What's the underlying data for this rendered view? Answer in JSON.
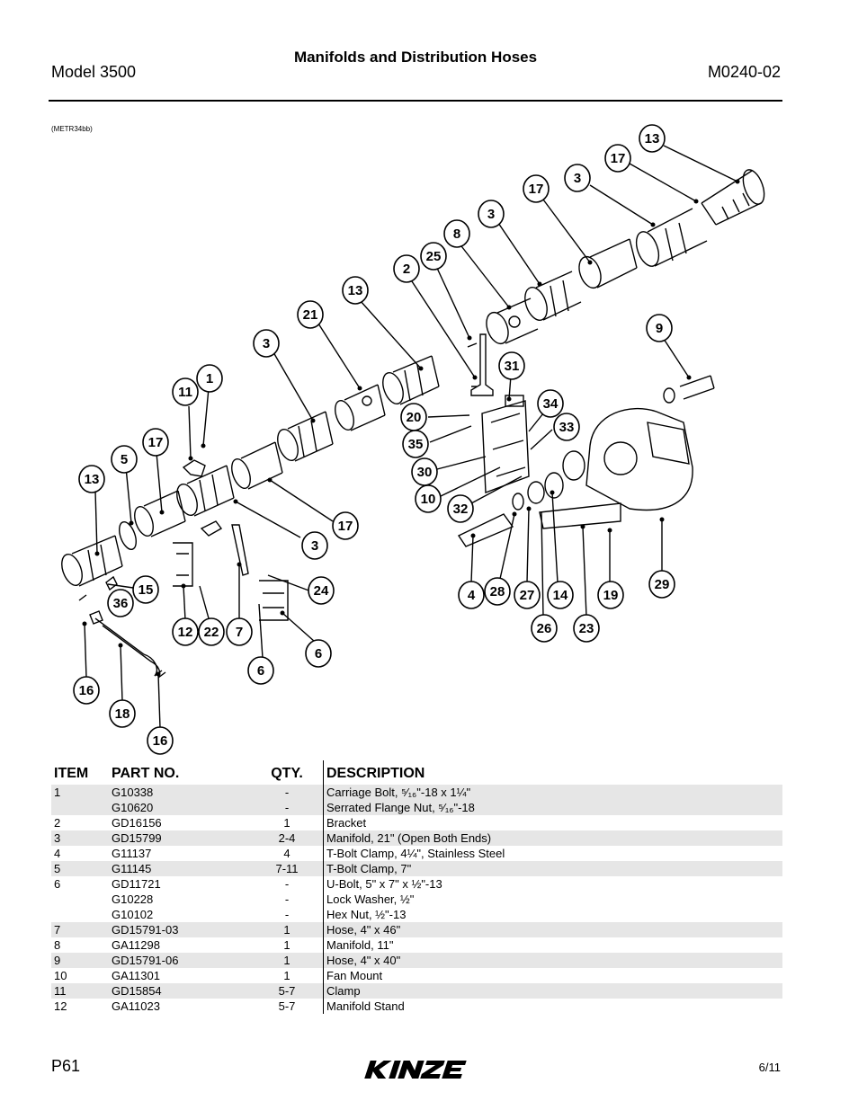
{
  "header": {
    "left": "Model 3500",
    "center": "Manifolds and Distribution Hoses",
    "right": "M0240-02"
  },
  "figure": {
    "code": "(METR34bb)",
    "callouts": [
      "13",
      "17",
      "3",
      "17",
      "3",
      "8",
      "25",
      "2",
      "13",
      "21",
      "3",
      "11",
      "1",
      "9",
      "31",
      "20",
      "35",
      "30",
      "10",
      "34",
      "33",
      "32",
      "17",
      "5",
      "13",
      "17",
      "3",
      "15",
      "36",
      "24",
      "6",
      "12",
      "22",
      "7",
      "4",
      "28",
      "27",
      "14",
      "19",
      "29",
      "26",
      "23",
      "6",
      "16",
      "18",
      "16"
    ]
  },
  "table": {
    "headers": {
      "item": "ITEM",
      "part": "PART NO.",
      "qty": "QTY.",
      "desc": "DESCRIPTION"
    },
    "rows": [
      {
        "item": "1",
        "part": [
          "G10338",
          "G10620"
        ],
        "qty": [
          "-",
          "-"
        ],
        "desc": [
          "Carriage Bolt, ⁵⁄₁₆\"-18 x 1¼\"",
          "Serrated Flange Nut, ⁵⁄₁₆\"-18"
        ]
      },
      {
        "item": "2",
        "part": [
          "GD16156"
        ],
        "qty": [
          "1"
        ],
        "desc": [
          "Bracket"
        ]
      },
      {
        "item": "3",
        "part": [
          "GD15799"
        ],
        "qty": [
          "2-4"
        ],
        "desc": [
          "Manifold, 21\" (Open Both Ends)"
        ]
      },
      {
        "item": "4",
        "part": [
          "G11137"
        ],
        "qty": [
          "4"
        ],
        "desc": [
          "T-Bolt Clamp, 4¼\", Stainless Steel"
        ]
      },
      {
        "item": "5",
        "part": [
          "G11145"
        ],
        "qty": [
          "7-11"
        ],
        "desc": [
          "T-Bolt Clamp, 7\""
        ]
      },
      {
        "item": "6",
        "part": [
          "GD11721",
          "G10228",
          "G10102"
        ],
        "qty": [
          "-",
          "-",
          "-"
        ],
        "desc": [
          "U-Bolt, 5\" x 7\" x ½\"-13",
          "Lock Washer, ½\"",
          "Hex Nut, ½\"-13"
        ]
      },
      {
        "item": "7",
        "part": [
          "GD15791-03"
        ],
        "qty": [
          "1"
        ],
        "desc": [
          "Hose, 4\" x 46\""
        ]
      },
      {
        "item": "8",
        "part": [
          "GA11298"
        ],
        "qty": [
          "1"
        ],
        "desc": [
          "Manifold, 11\""
        ]
      },
      {
        "item": "9",
        "part": [
          "GD15791-06"
        ],
        "qty": [
          "1"
        ],
        "desc": [
          "Hose, 4\" x 40\""
        ]
      },
      {
        "item": "10",
        "part": [
          "GA11301"
        ],
        "qty": [
          "1"
        ],
        "desc": [
          "Fan Mount"
        ]
      },
      {
        "item": "11",
        "part": [
          "GD15854"
        ],
        "qty": [
          "5-7"
        ],
        "desc": [
          "Clamp"
        ]
      },
      {
        "item": "12",
        "part": [
          "GA11023"
        ],
        "qty": [
          "5-7"
        ],
        "desc": [
          "Manifold Stand"
        ]
      }
    ]
  },
  "footer": {
    "page": "P61",
    "date": "6/11",
    "logo_text": "KINZE"
  }
}
